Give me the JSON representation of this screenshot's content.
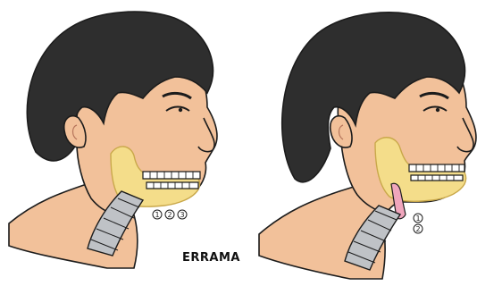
{
  "caption": "ERRAMA",
  "left_panel": {
    "labels": [
      "1",
      "2",
      "3"
    ]
  },
  "right_panel": {
    "labels": [
      "1",
      "2"
    ]
  },
  "colors": {
    "hair": "#2e2e2e",
    "skin": "#f2c19a",
    "skin_shade": "#e3a77e",
    "jaw_bone": "#f4dd8a",
    "teeth": "#ffffff",
    "trachea": "#bfc2c6",
    "muscle": "#f0a6bd",
    "outline": "#1c1c1c"
  }
}
